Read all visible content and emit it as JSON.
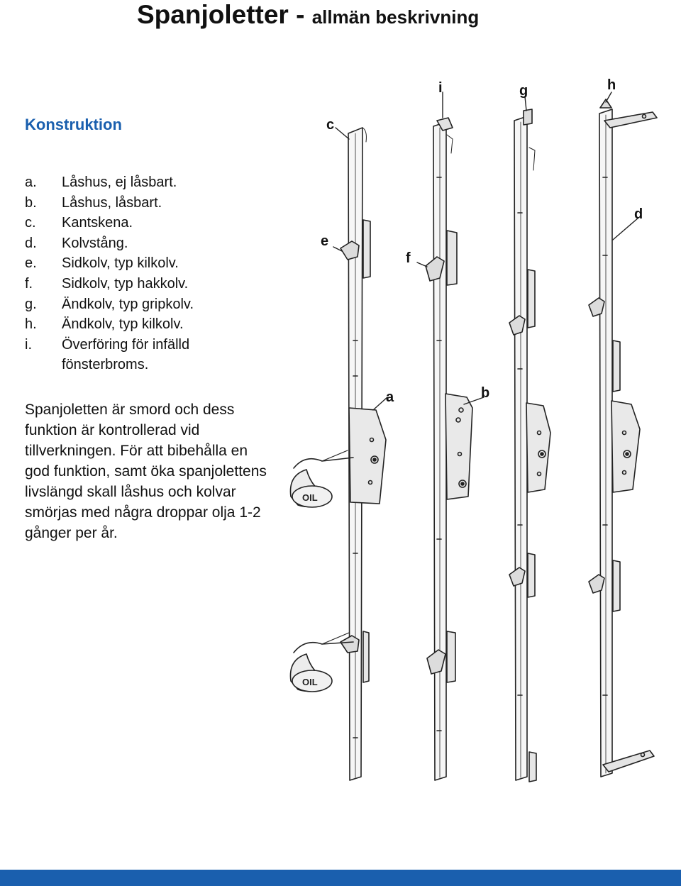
{
  "header": {
    "title_main": "Spanjoletter - ",
    "title_sub": "allmän beskrivning"
  },
  "section": {
    "heading": "Konstruktion"
  },
  "legend": [
    {
      "key": "a.",
      "text": "Låshus, ej låsbart."
    },
    {
      "key": "b.",
      "text": "Låshus, låsbart."
    },
    {
      "key": "c.",
      "text": "Kantskena."
    },
    {
      "key": "d.",
      "text": "Kolvstång."
    },
    {
      "key": "e.",
      "text": "Sidkolv, typ kilkolv."
    },
    {
      "key": "f.",
      "text": "Sidkolv, typ hakkolv."
    },
    {
      "key": "g.",
      "text": "Ändkolv, typ gripkolv."
    },
    {
      "key": "h.",
      "text": "Ändkolv, typ kilkolv."
    },
    {
      "key": "i.",
      "text": "Överföring för infälld fönsterbroms."
    }
  ],
  "paragraph": "Spanjoletten är smord och dess funktion är kontrollerad vid tillverkningen. För att bibehålla en god funktion, samt öka spanjolettens livslängd skall låshus och kolvar smörjas med några droppar olja 1-2 gånger per år.",
  "figure": {
    "labels": {
      "a": "a",
      "b": "b",
      "c": "c",
      "d": "d",
      "e": "e",
      "f": "f",
      "g": "g",
      "h": "h",
      "i": "i"
    },
    "oil_can_label": "OIL"
  },
  "colors": {
    "accent": "#1a5fae"
  }
}
